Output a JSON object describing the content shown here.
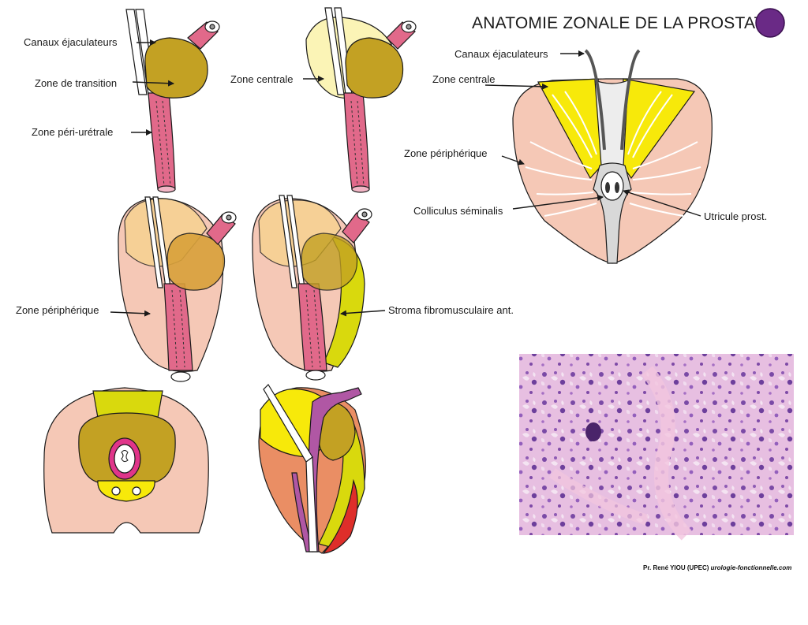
{
  "title": "ANATOMIE ZONALE DE LA PROSTATE",
  "colors": {
    "accent": "#6a2a86",
    "transition": "#c3a123",
    "urethra": "#e1698a",
    "central": "#fbf4b6",
    "peripheral": "#f5c8b6",
    "central_yellow": "#f7e90a",
    "stroma": "#d9d90d",
    "orange": "#ea8e64",
    "red": "#de2e2a",
    "purple": "#b057a4"
  },
  "labels": {
    "ejac_left": "Canaux éjaculateurs",
    "transition": "Zone de transition",
    "periurethral": "Zone péri-urétrale",
    "central_mid": "Zone centrale",
    "peripheral_left": "Zone périphérique",
    "stroma": "Stroma fibromusculaire ant.",
    "ejac_right": "Canaux éjaculateurs",
    "central_right": "Zone centrale",
    "peripheral_right": "Zone périphérique",
    "colliculus": "Colliculus séminalis",
    "utricle": "Utricule prost."
  },
  "credit": {
    "author": "Pr. René YIOU (UPEC)",
    "site": "urologie-fonctionnelle.com"
  },
  "images": {
    "histology": "histology-micrograph"
  }
}
